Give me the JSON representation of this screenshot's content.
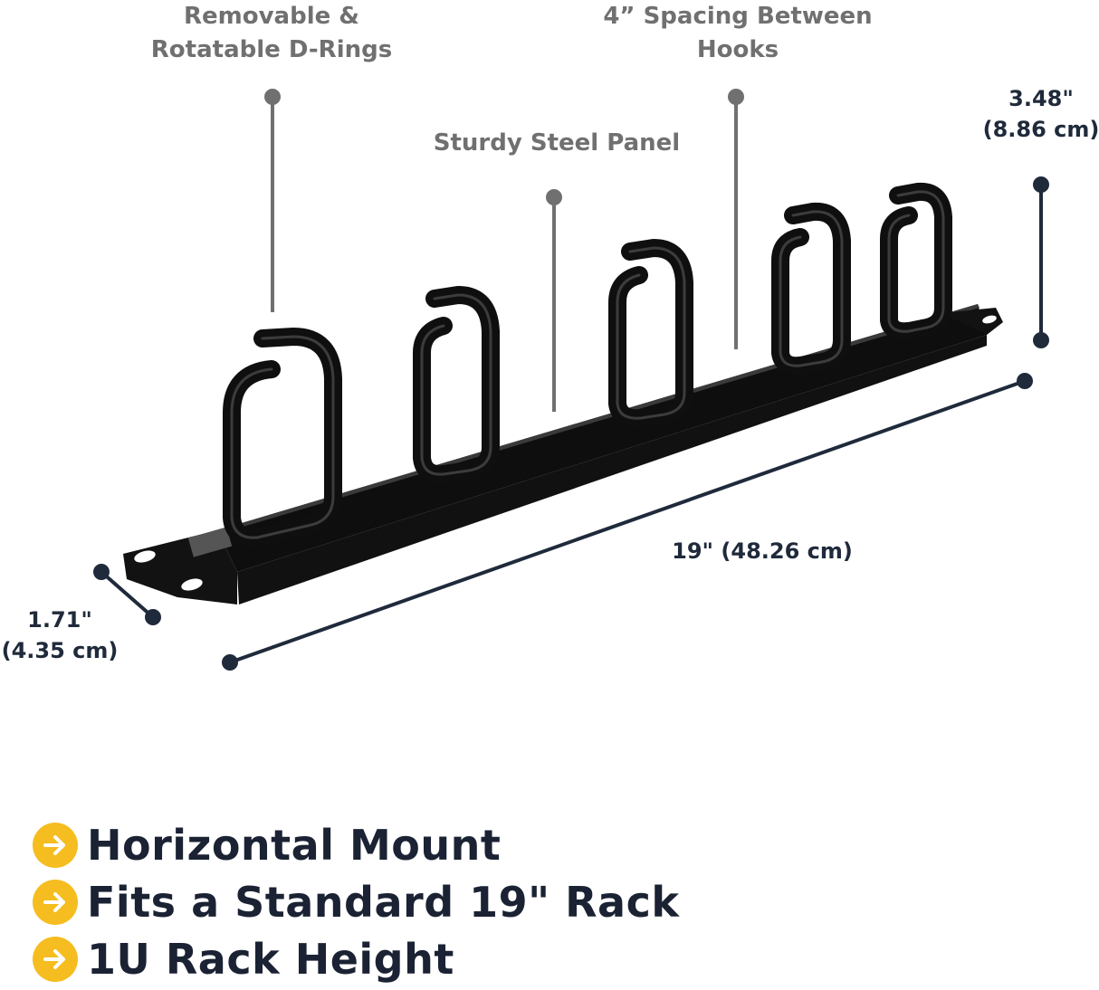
{
  "callouts": {
    "drings": [
      "Removable &",
      "Rotatable D-Rings"
    ],
    "spacing": [
      "4” Spacing Between",
      "Hooks"
    ],
    "panel": "Sturdy Steel Panel"
  },
  "dimensions": {
    "height": [
      "3.48\"",
      "(8.86 cm)"
    ],
    "width": "19\" (48.26 cm)",
    "depth": [
      "1.71\"",
      "(4.35 cm)"
    ]
  },
  "features": [
    {
      "icon": "arrow-right-circle-icon",
      "text": "Horizontal Mount"
    },
    {
      "icon": "arrow-right-circle-icon",
      "text": "Fits a Standard 19\" Rack"
    },
    {
      "icon": "arrow-right-circle-icon",
      "text": "1U Rack Height"
    }
  ],
  "colors": {
    "callout_text": "#707070",
    "dimension_text": "#1f2a3b",
    "bullet_accent": "#f5bd1f",
    "panel": "#0e0e0e"
  }
}
